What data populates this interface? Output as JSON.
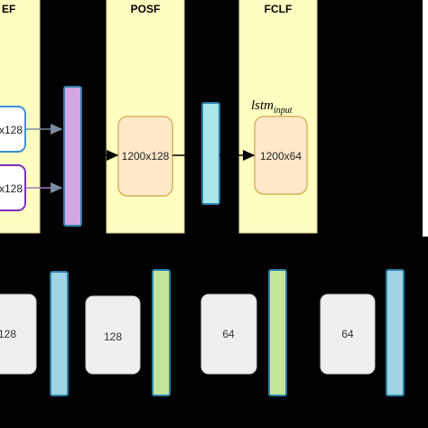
{
  "panels": [
    {
      "title": "EF",
      "color": "#ffffc2"
    },
    {
      "title": "POSF",
      "color": "#ffffc2"
    },
    {
      "title": "FCLF",
      "color": "#ffffc2"
    }
  ],
  "ef": {
    "box_top_label": "x128",
    "box_bottom_label": "x128",
    "box_top_color": "#3b8fd6",
    "box_bottom_color": "#7a2fc0"
  },
  "posf": {
    "box_label": "1200x128",
    "box_fill": "#ffe9c9",
    "box_stroke": "#d9b25e"
  },
  "fclf": {
    "lstm_base": "lstm",
    "lstm_sub": "input",
    "box_label": "1200x64"
  },
  "bars": {
    "purple": "#d2a6e3",
    "cyan": "#a8e6ea",
    "blue": "#9fd4e6",
    "green": "#c2e59a"
  },
  "bottom_row": {
    "box_fill": "#efefef",
    "labels": [
      "128",
      "128",
      "64",
      "64"
    ]
  }
}
